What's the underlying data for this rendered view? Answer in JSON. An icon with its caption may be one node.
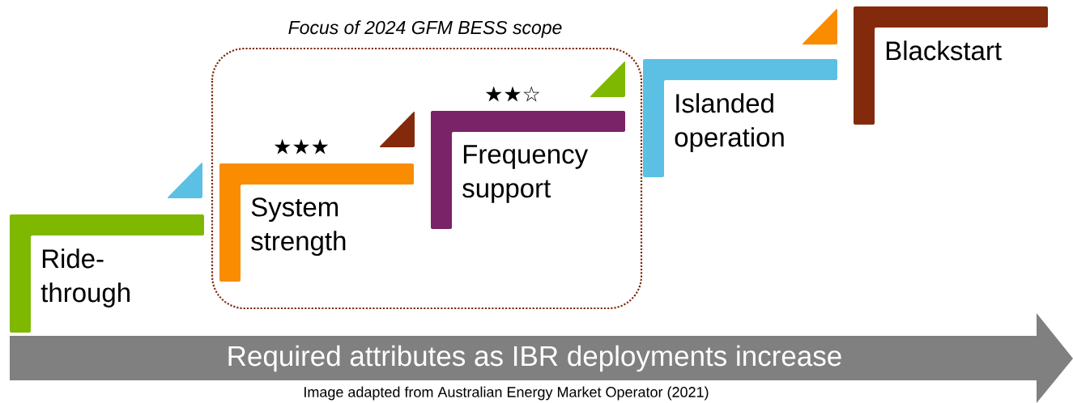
{
  "diagram": {
    "caption": "Image adapted from Australian Energy Market Operator (2021)",
    "nodes": [
      {
        "text": [
          "Ride-through"
        ]
      },
      {
        "text": [
          "Focus of 2024 GFM BESS scope"
        ]
      },
      {
        "text": [
          "System strength"
        ],
        "in": 1,
        "beside": [
          "★★★"
        ]
      },
      {
        "text": [
          "Frequency support"
        ],
        "in": 1,
        "beside": [
          "★★☆"
        ]
      },
      {
        "text": [
          "Islanded operation"
        ]
      },
      {
        "text": [
          "Blackstart"
        ]
      },
      {
        "text": [
          "Required attributes as IBR deployments increase"
        ]
      }
    ]
  }
}
